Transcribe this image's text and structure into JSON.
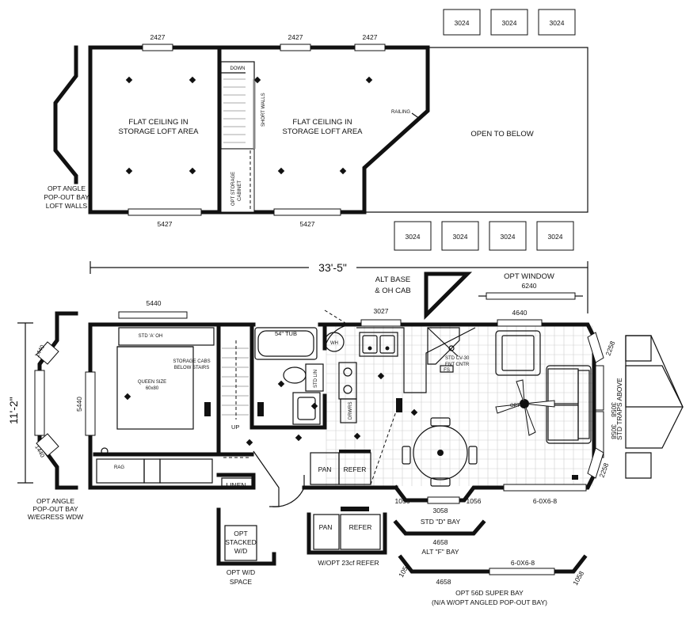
{
  "loft": {
    "windows_top": [
      "2427",
      "2427",
      "2427"
    ],
    "windows_bottom": [
      "5427",
      "5427"
    ],
    "windows_ext_top": [
      "3024",
      "3024",
      "3024"
    ],
    "windows_ext_bottom": [
      "3024",
      "3024",
      "3024",
      "3024"
    ],
    "down": "DOWN",
    "short_walls": "SHORT WALLS",
    "storage_cabinet": [
      "OPT STORAGE",
      "CABINET"
    ],
    "flat_ceiling_left": [
      "FLAT CEILING IN",
      "STORAGE LOFT AREA"
    ],
    "flat_ceiling_right": [
      "FLAT CEILING IN",
      "STORAGE LOFT AREA"
    ],
    "railing": "RAILING",
    "open_to_below": "OPEN TO BELOW",
    "bay_note": [
      "OPT ANGLE",
      "POP-OUT BAY",
      "LOFT WALLS"
    ]
  },
  "main": {
    "length_dim": "33'-5\"",
    "width_dim": "11'-2\"",
    "alt_base": [
      "ALT BASE",
      "& OH CAB"
    ],
    "opt_window": "OPT WINDOW",
    "opt_window_size": "6240",
    "windows": {
      "bed_top": "5440",
      "bed_side": "5440",
      "bath": "3027",
      "living_top": "4640",
      "bay_a": "1440",
      "bay_b": "1440",
      "end_a": "2258",
      "end_b": "3058",
      "end_c": "3058",
      "end_d": "2258",
      "bay_left": "1056",
      "bay_center": "3058",
      "bay_right": "1056",
      "door": "6-0X6-8"
    },
    "std_a_oh": "STD 'A' OH",
    "storage_cabs": [
      "STORAGE CABS",
      "BELOW STAIRS"
    ],
    "bed": [
      "QUEEN SIZE",
      "60x80"
    ],
    "tub": "54\" TUB",
    "wh": "WH",
    "std_lin": "STD LIN",
    "drwrs": "DRWRS",
    "std_cv": [
      "STD CV-30",
      "ENT CNTR"
    ],
    "fs": "FS",
    "opt_fan": "OPT",
    "up": "UP",
    "rag": "RAG",
    "linen": "LINEN",
    "pan": "PAN",
    "refer": "REFER",
    "std_traps": "STD TRAPS ABOVE",
    "bay_note": [
      "OPT ANGLE",
      "POP-OUT BAY",
      "W/EGRESS WDW"
    ],
    "std_d_bay": "STD \"D\" BAY"
  },
  "options": {
    "stacked_wd": [
      "OPT",
      "STACKED",
      "W/D"
    ],
    "wd_space": [
      "OPT W/D",
      "SPACE"
    ],
    "pan": "PAN",
    "refer": "REFER",
    "refer_caption": "W/OPT 23cf REFER",
    "alt_f_size": "4658",
    "alt_f_bay": "ALT \"F\" BAY",
    "super_left": "1058",
    "super_center": "4658",
    "super_door": "6-0X6-8",
    "super_right": "1058",
    "super_bay": [
      "OPT 56D SUPER BAY",
      "(N/A W/OPT ANGLED POP-OUT BAY)"
    ]
  }
}
